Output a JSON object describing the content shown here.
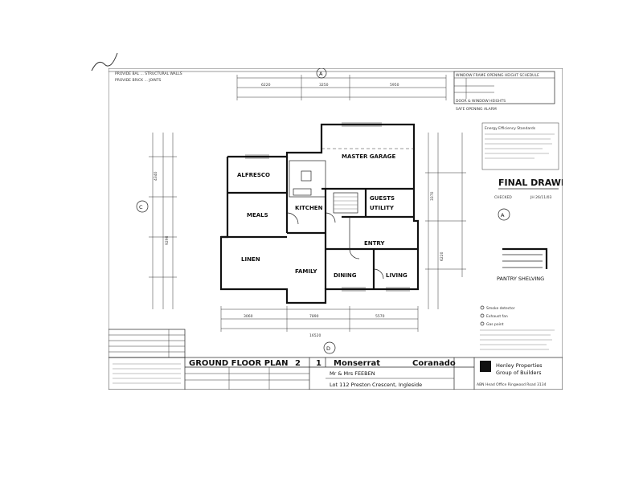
{
  "sheet": {
    "plan_title": "GROUND FLOOR PLAN",
    "scale_value": "2",
    "sheet_no": "1",
    "design_name": "Monserrat",
    "facade_name": "Coranado",
    "client_line": "Mr & Mrs FEEBEN",
    "address_line": "Lot 112 Preston Crescent, Ingleside",
    "company_line1": "Henley Properties",
    "company_line2": "Group of Builders",
    "company_small": "ABN Head Office Ringwood Road 3134"
  },
  "stamp": {
    "final_drawings": "FINAL DRAWINGS",
    "checked": "CHECKED",
    "initials": "JH 26/11/03"
  },
  "rooms": {
    "alfresco": "ALFRESCO",
    "meals": "MEALS",
    "kitchen": "KITCHEN",
    "linen": "LINEN",
    "family": "FAMILY",
    "entry": "ENTRY",
    "dining": "DINING",
    "living": "LIVING",
    "garage": "MASTER GARAGE",
    "guests": "GUESTS",
    "utility": "UTILITY"
  },
  "grid_markers": {
    "top": "A",
    "bottom": "D",
    "left": "C",
    "right": "A"
  },
  "detail": {
    "pantry_shelving": "PANTRY SHELVING"
  },
  "notes": {
    "top_left_1": "PROVIDE BAL ... STRUCTURAL WALLS",
    "top_left_2": "PROVIDE BRICK ... JOINTS",
    "top_right_title": "WINDOW FRAME OPENING HEIGHT SCHEDULE",
    "top_right_1": "DOOR & WINDOW HEIGHTS",
    "top_right_2": "SAFE OPENING ALARM",
    "energy_note": "Energy Efficiency Standards",
    "bottom_right_1": "Smoke detector",
    "bottom_right_2": "Exhaust fan",
    "bottom_right_3": "Gas point"
  },
  "dimensions": {
    "overall_width": "16520",
    "top_1": "6220",
    "top_2": "3250",
    "top_3": "5950",
    "bottom_1": "3060",
    "bottom_2": "7890",
    "bottom_3": "5570",
    "left_1": "4340",
    "left_2": "9290",
    "right_1": "3370",
    "right_2": "6220"
  }
}
